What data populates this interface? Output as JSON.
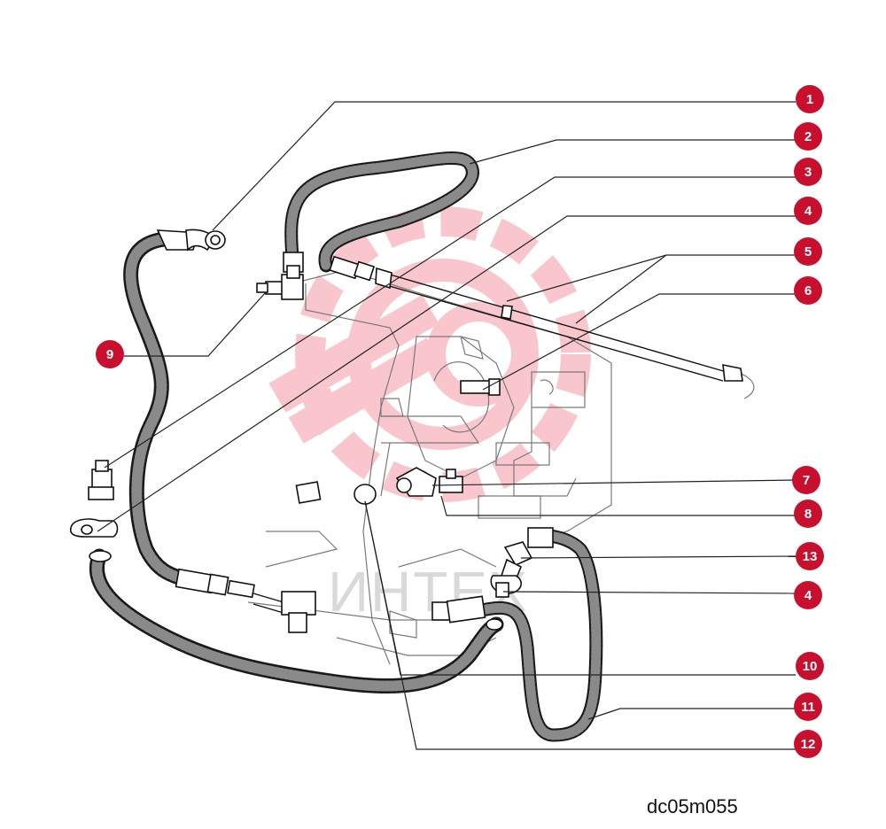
{
  "diagram": {
    "code": "dc05m055",
    "watermark_text": "ИНТЕХ",
    "callout_color": "#c8102e",
    "callouts": [
      {
        "id": "c1",
        "label": "1"
      },
      {
        "id": "c2",
        "label": "2"
      },
      {
        "id": "c3",
        "label": "3"
      },
      {
        "id": "c4a",
        "label": "4"
      },
      {
        "id": "c5",
        "label": "5"
      },
      {
        "id": "c6",
        "label": "6"
      },
      {
        "id": "c7",
        "label": "7"
      },
      {
        "id": "c8",
        "label": "8"
      },
      {
        "id": "c13",
        "label": "13"
      },
      {
        "id": "c4b",
        "label": "4"
      },
      {
        "id": "c10",
        "label": "10"
      },
      {
        "id": "c11",
        "label": "11"
      },
      {
        "id": "c12",
        "label": "12"
      },
      {
        "id": "c9",
        "label": "9"
      }
    ]
  }
}
